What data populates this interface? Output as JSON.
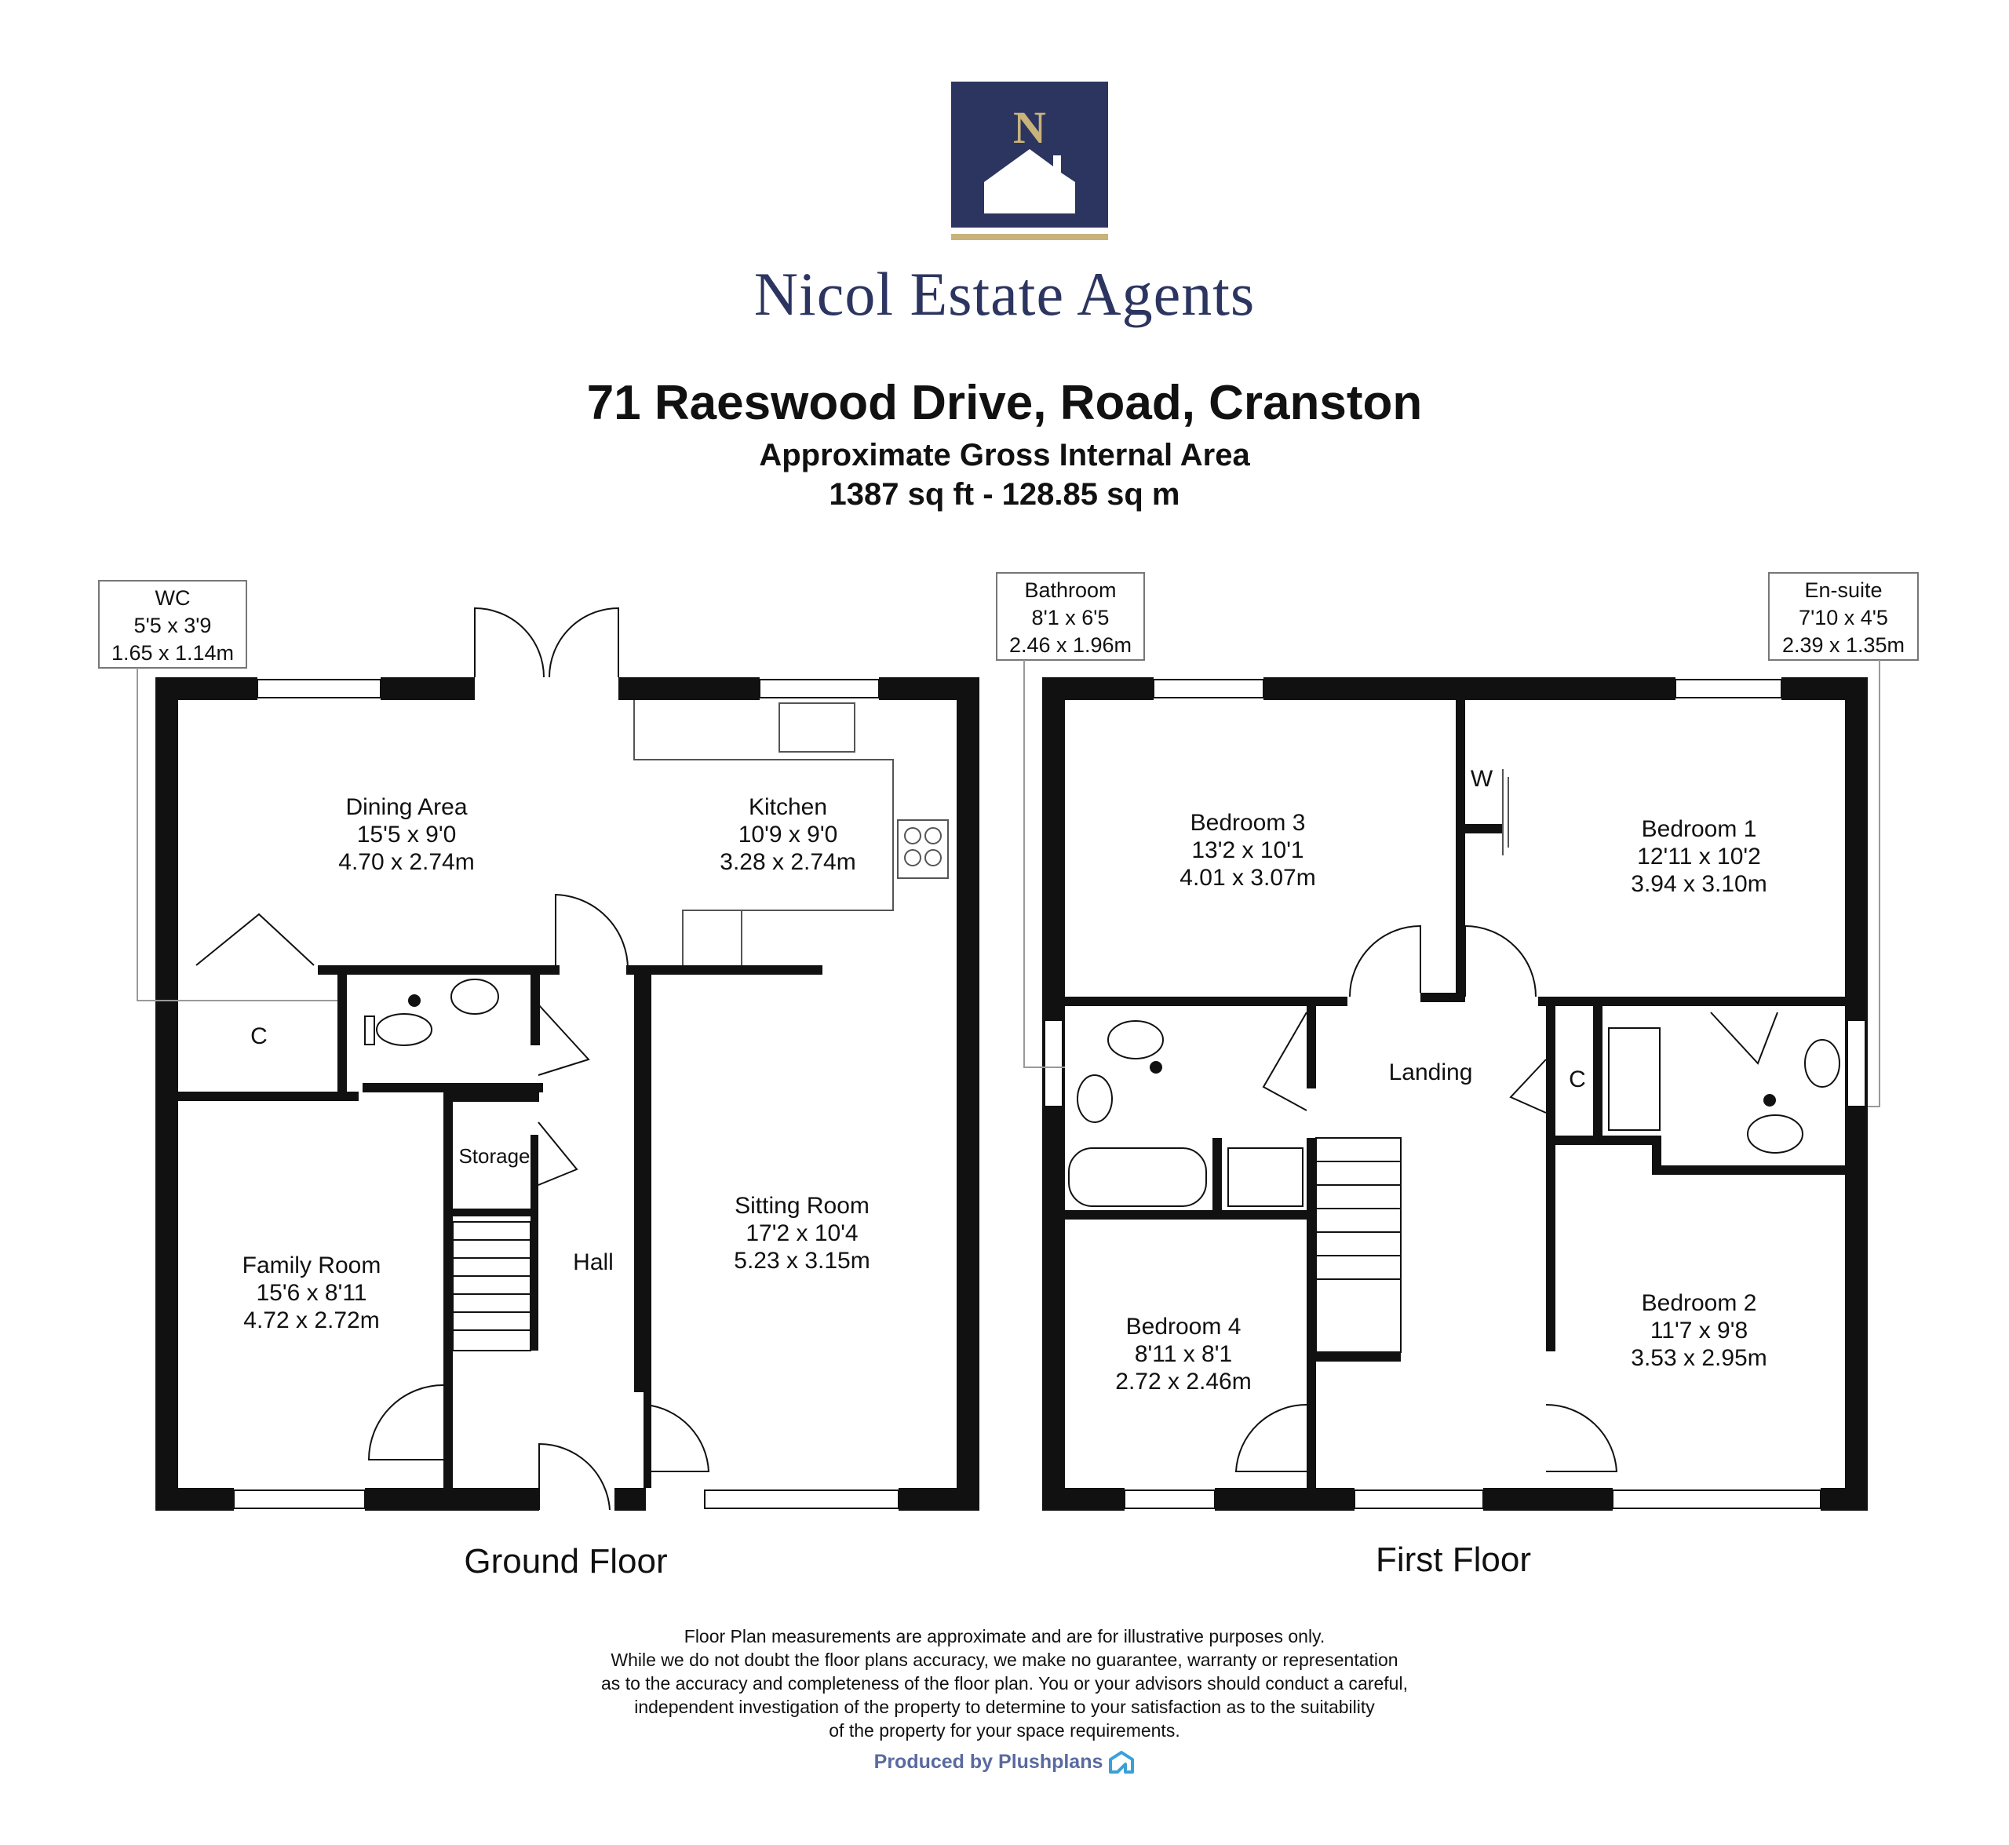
{
  "brand": {
    "name": "Nicol Estate Agents",
    "logo_letter": "N",
    "colors": {
      "navy": "#2c3560",
      "gold": "#c8b37a"
    }
  },
  "header": {
    "title": "71 Raeswood Drive, Road, Cranston",
    "subtitle": "Approximate Gross Internal Area",
    "area": "1387 sq ft -  128.85 sq m"
  },
  "ground_floor": {
    "label": "Ground Floor",
    "rooms": {
      "wc": {
        "name": "WC",
        "imperial": "5'5 x 3'9",
        "metric": "1.65 x 1.14m"
      },
      "dining": {
        "name": "Dining Area",
        "imperial": "15'5 x 9'0",
        "metric": "4.70 x 2.74m"
      },
      "kitchen": {
        "name": "Kitchen",
        "imperial": "10'9 x 9'0",
        "metric": "3.28 x 2.74m"
      },
      "cupboard": {
        "name": "C"
      },
      "storage": {
        "name": "Storage"
      },
      "hall": {
        "name": "Hall"
      },
      "family": {
        "name": "Family Room",
        "imperial": "15'6 x 8'11",
        "metric": "4.72 x 2.72m"
      },
      "sitting": {
        "name": "Sitting Room",
        "imperial": "17'2 x 10'4",
        "metric": "5.23 x 3.15m"
      }
    }
  },
  "first_floor": {
    "label": "First Floor",
    "rooms": {
      "bathroom": {
        "name": "Bathroom",
        "imperial": "8'1 x 6'5",
        "metric": "2.46 x 1.96m"
      },
      "ensuite": {
        "name": "En-suite",
        "imperial": "7'10 x 4'5",
        "metric": "2.39 x 1.35m"
      },
      "bedroom3": {
        "name": "Bedroom 3",
        "imperial": "13'2 x 10'1",
        "metric": "4.01 x 3.07m"
      },
      "bedroom1": {
        "name": "Bedroom 1",
        "imperial": "12'11 x 10'2",
        "metric": "3.94 x 3.10m"
      },
      "wardrobe": {
        "name": "W"
      },
      "landing": {
        "name": "Landing"
      },
      "cupboard": {
        "name": "C"
      },
      "bedroom4": {
        "name": "Bedroom 4",
        "imperial": "8'11 x 8'1",
        "metric": "2.72 x 2.46m"
      },
      "bedroom2": {
        "name": "Bedroom 2",
        "imperial": "11'7 x 9'8",
        "metric": "3.53 x 2.95m"
      }
    }
  },
  "disclaimer": {
    "lines": [
      "Floor Plan measurements are approximate and are for illustrative purposes only.",
      "While we do not doubt the floor plans accuracy, we make no guarantee, warranty or representation",
      "as to the accuracy and completeness of the floor plan. You or your advisors should conduct a careful,",
      "independent investigation of the property to determine to your satisfaction as to the suitability",
      "of the property for your space requirements."
    ]
  },
  "footer": {
    "produced_by": "Produced by Plushplans"
  }
}
